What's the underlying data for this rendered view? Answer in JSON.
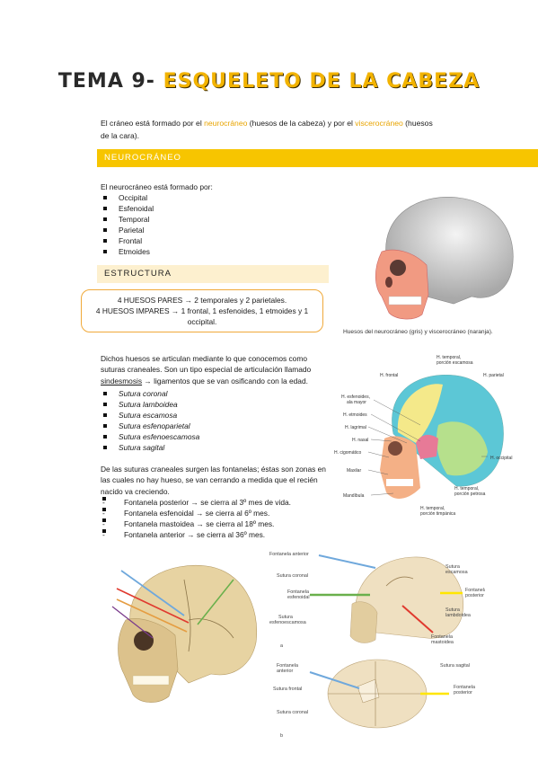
{
  "title": {
    "part1": "TEMA 9- ",
    "part2": "ESQUELETO DE LA CABEZA"
  },
  "intro": {
    "t1": "El cráneo está formado por el ",
    "neuro": "neurocráneo",
    "t2": " (huesos de la cabeza) y por el ",
    "viscero": "viscerocráneo",
    "t3": " (huesos de la cara)."
  },
  "section1": {
    "label": "NEUROCRÁNEO"
  },
  "neuro_list": {
    "heading": "El neurocráneo está formado por:",
    "items": [
      "Occipital",
      "Esfenoidal",
      "Temporal",
      "Parietal",
      "Frontal",
      "Etmoides"
    ]
  },
  "section2": {
    "label": "ESTRUCTURA"
  },
  "box": {
    "line1": "4 HUESOS PARES → 2 temporales y 2 parietales.",
    "line2": "4 HUESOS IMPARES → 1 frontal, 1 esfenoides, 1 etmoides y 1",
    "line3": "occipital."
  },
  "sutures": {
    "t1": "Dichos huesos se articulan mediante lo que conocemos como suturas craneales. Son un tipo especial de articulación llamado ",
    "sind": "sindesmosis",
    "t2": " → ligamentos que se van osificando con la edad.",
    "items": [
      "Sutura coronal",
      "Sutura lamboidea",
      "Sutura escamosa",
      "Sutura esfenoparietal",
      "Sutura esfenoescamosa",
      "Sutura sagital"
    ]
  },
  "fontanelas": {
    "text": "De las suturas craneales surgen las fontanelas; éstas son zonas en las cuales no hay hueso, se van cerrando a medida que el recién nacido va creciendo.",
    "items": [
      "Fontanela posterior  → se cierra al 3º mes de vida.",
      "Fontanela esfenoidal  → se cierra al 6º mes.",
      "Fontanela mastoidea  → se cierra al 18º mes.",
      "Fontanela anterior  → se cierra al 36º mes."
    ]
  },
  "skull1": {
    "caption": "Huesos del neurocráneo (gris) y viscerocráneo (naranja)."
  },
  "skull2": {
    "labels": {
      "htemporal": "H. temporal,\nporción escamosa",
      "hfrontal": "H. frontal",
      "hparietal": "H. parietal",
      "hesfenoides": "H. esfenoides,\nala mayor",
      "hetmoides": "H. etmoides",
      "hlagrimal": "H. lagrimal",
      "hnasal": "H. nasal",
      "hcigomatico": "H. cigomático",
      "maxilar": "Maxilar",
      "mandibula": "Mandíbula",
      "htemporal_petrosa": "H. temporal,\nporción petrosa",
      "htemporal_timpanica": "H. temporal,\nporción timpánica",
      "hoccipital": "H. occipital"
    }
  },
  "fetal": {
    "top": {
      "fontanela_anterior": "Fontanela anterior",
      "sutura_coronal": "Sutura coronal",
      "fontanela_esfenoidal": "Fontanela\nesfenoidal",
      "sutura_esfenoescamosa": "Sutura\nesfenoescamosa",
      "sutura_escamosa": "Sutura\nescamosa",
      "fontanela_posterior": "Fontanela\nposterior",
      "sutura_lambdoidea": "Sutura\nlambdoidea",
      "fontanela_mastoidea": "Fontanela\nmastoidea",
      "letter": "a"
    },
    "bottom": {
      "fontanela_anterior": "Fontanela\nanterior",
      "sutura_frontal": "Sutura frontal",
      "sutura_coronal": "Sutura coronal",
      "sutura_sagital": "Sutura sagital",
      "fontanela_posterior": "Fontanela\nposterior",
      "letter": "b"
    }
  },
  "colors": {
    "accent": "#f7c500",
    "orange_text": "#e8a400",
    "box_border": "#f0a93a",
    "arrow_blue": "#6fa8dc",
    "arrow_green": "#6ab04c",
    "arrow_red": "#e03a2f",
    "arrow_yellow": "#ffe600"
  }
}
